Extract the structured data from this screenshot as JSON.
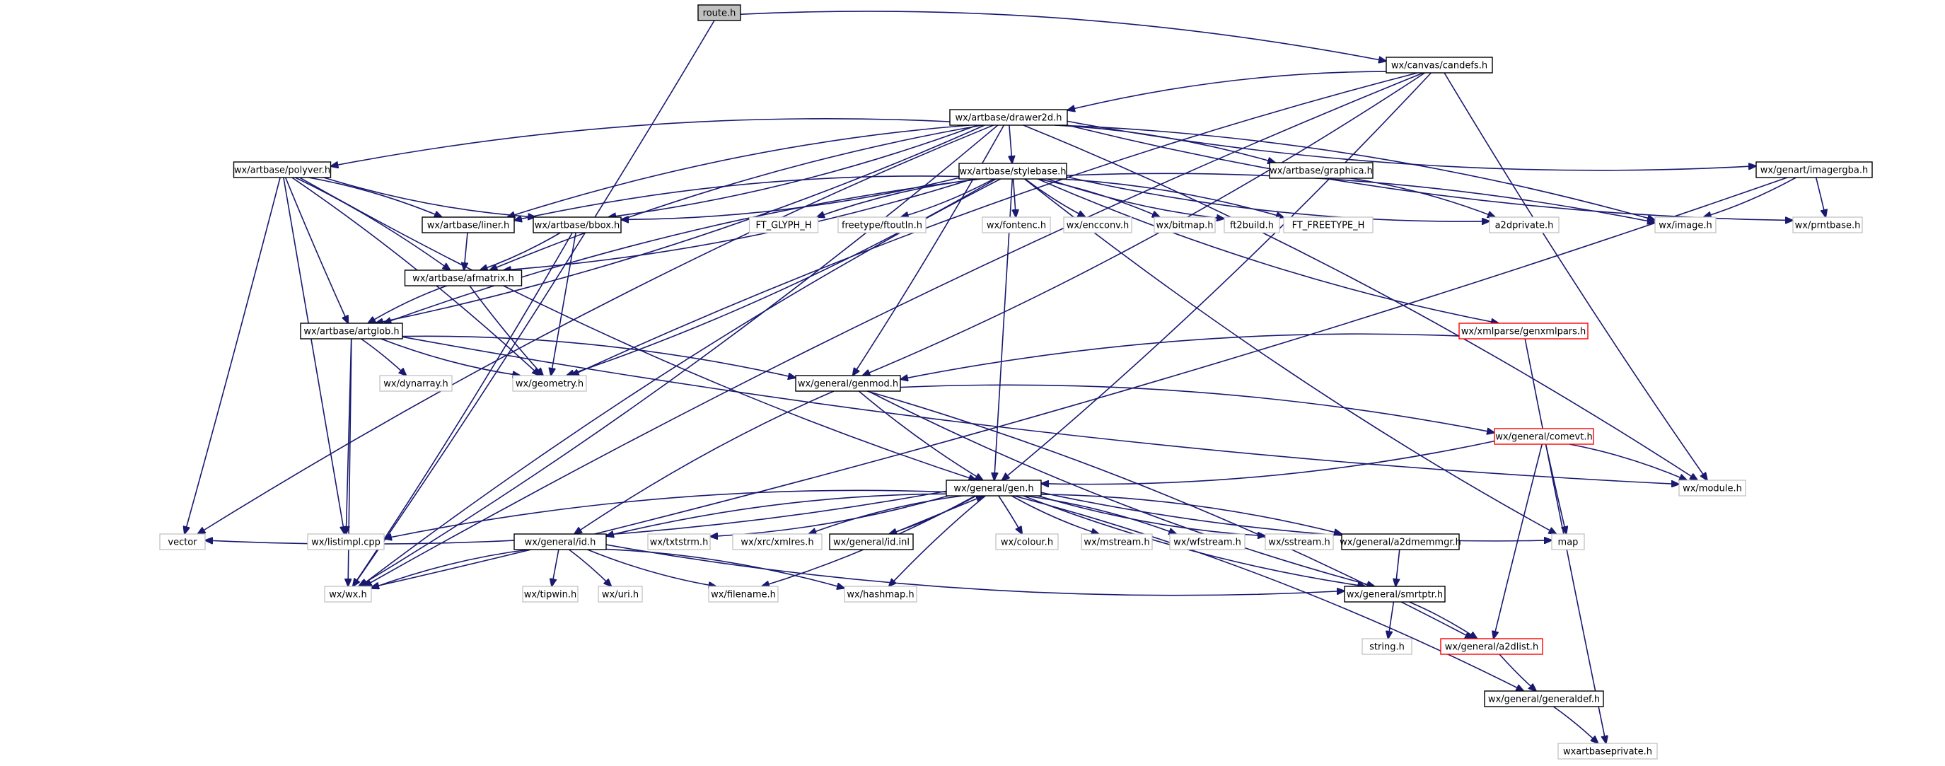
{
  "graph": {
    "colors": {
      "edge": "#191970",
      "box_black": "#000000",
      "box_gray": "#bfbfbf",
      "box_red": "#ff0000",
      "root_fill": "#bfbfbf"
    },
    "nodes": [
      {
        "id": "route_h",
        "label": "route.h",
        "style": "root"
      },
      {
        "id": "candefs",
        "label": "wx/canvas/candefs.h",
        "style": "black"
      },
      {
        "id": "drawer2d",
        "label": "wx/artbase/drawer2d.h",
        "style": "black"
      },
      {
        "id": "polyver",
        "label": "wx/artbase/polyver.h",
        "style": "black"
      },
      {
        "id": "stylebase",
        "label": "wx/artbase/stylebase.h",
        "style": "black"
      },
      {
        "id": "graphica",
        "label": "wx/artbase/graphica.h",
        "style": "black"
      },
      {
        "id": "imagergba",
        "label": "wx/genart/imagergba.h",
        "style": "black"
      },
      {
        "id": "liner",
        "label": "wx/artbase/liner.h",
        "style": "black"
      },
      {
        "id": "bbox",
        "label": "wx/artbase/bbox.h",
        "style": "black"
      },
      {
        "id": "ft_glyph",
        "label": "FT_GLYPH_H",
        "style": "gray"
      },
      {
        "id": "ftoutln",
        "label": "freetype/ftoutln.h",
        "style": "gray"
      },
      {
        "id": "fontenc",
        "label": "wx/fontenc.h",
        "style": "gray"
      },
      {
        "id": "encconv",
        "label": "wx/encconv.h",
        "style": "gray"
      },
      {
        "id": "bitmap",
        "label": "wx/bitmap.h",
        "style": "gray"
      },
      {
        "id": "ft2build",
        "label": "ft2build.h",
        "style": "gray"
      },
      {
        "id": "ft_freetype",
        "label": "FT_FREETYPE_H",
        "style": "gray"
      },
      {
        "id": "a2dprivate",
        "label": "a2dprivate.h",
        "style": "gray"
      },
      {
        "id": "image_h",
        "label": "wx/image.h",
        "style": "gray"
      },
      {
        "id": "prntbase",
        "label": "wx/prntbase.h",
        "style": "gray"
      },
      {
        "id": "afmatrix",
        "label": "wx/artbase/afmatrix.h",
        "style": "black"
      },
      {
        "id": "artglob",
        "label": "wx/artbase/artglob.h",
        "style": "black"
      },
      {
        "id": "genxmlpars",
        "label": "wx/xmlparse/genxmlpars.h",
        "style": "red"
      },
      {
        "id": "dynarray",
        "label": "wx/dynarray.h",
        "style": "gray"
      },
      {
        "id": "geometry",
        "label": "wx/geometry.h",
        "style": "gray"
      },
      {
        "id": "genmod",
        "label": "wx/general/genmod.h",
        "style": "black"
      },
      {
        "id": "comevt",
        "label": "wx/general/comevt.h",
        "style": "red"
      },
      {
        "id": "gen_h",
        "label": "wx/general/gen.h",
        "style": "black"
      },
      {
        "id": "module_h",
        "label": "wx/module.h",
        "style": "gray"
      },
      {
        "id": "vector",
        "label": "vector",
        "style": "gray"
      },
      {
        "id": "listimpl",
        "label": "wx/listimpl.cpp",
        "style": "gray"
      },
      {
        "id": "txtstrm",
        "label": "wx/txtstrm.h",
        "style": "gray"
      },
      {
        "id": "xmlres",
        "label": "wx/xrc/xmlres.h",
        "style": "gray"
      },
      {
        "id": "id_inl",
        "label": "wx/general/id.inl",
        "style": "black"
      },
      {
        "id": "colour",
        "label": "wx/colour.h",
        "style": "gray"
      },
      {
        "id": "mstream",
        "label": "wx/mstream.h",
        "style": "gray"
      },
      {
        "id": "wfstream",
        "label": "wx/wfstream.h",
        "style": "gray"
      },
      {
        "id": "sstream",
        "label": "wx/sstream.h",
        "style": "gray"
      },
      {
        "id": "a2dmemmgr",
        "label": "wx/general/a2dmemmgr.h",
        "style": "black"
      },
      {
        "id": "map",
        "label": "map",
        "style": "gray"
      },
      {
        "id": "id_h",
        "label": "wx/general/id.h",
        "style": "black"
      },
      {
        "id": "wx_h",
        "label": "wx/wx.h",
        "style": "gray"
      },
      {
        "id": "tipwin",
        "label": "wx/tipwin.h",
        "style": "gray"
      },
      {
        "id": "uri",
        "label": "wx/uri.h",
        "style": "gray"
      },
      {
        "id": "filename",
        "label": "wx/filename.h",
        "style": "gray"
      },
      {
        "id": "hashmap",
        "label": "wx/hashmap.h",
        "style": "gray"
      },
      {
        "id": "smrtptr",
        "label": "wx/general/smrtptr.h",
        "style": "black"
      },
      {
        "id": "string_h",
        "label": "string.h",
        "style": "gray"
      },
      {
        "id": "a2dlist",
        "label": "wx/general/a2dlist.h",
        "style": "red"
      },
      {
        "id": "generaldef",
        "label": "wx/general/generaldef.h",
        "style": "black"
      },
      {
        "id": "artbaseprivate",
        "label": "wxartbaseprivate.h",
        "style": "gray"
      }
    ],
    "edges": [
      [
        "route_h",
        "candefs"
      ],
      [
        "route_h",
        "wx_h"
      ],
      [
        "candefs",
        "drawer2d"
      ],
      [
        "candefs",
        "module_h"
      ],
      [
        "candefs",
        "geometry"
      ],
      [
        "candefs",
        "gen_h"
      ],
      [
        "candefs",
        "wx_h"
      ],
      [
        "candefs",
        "genmod"
      ],
      [
        "drawer2d",
        "polyver"
      ],
      [
        "drawer2d",
        "stylebase"
      ],
      [
        "drawer2d",
        "graphica"
      ],
      [
        "drawer2d",
        "imagergba"
      ],
      [
        "drawer2d",
        "image_h"
      ],
      [
        "drawer2d",
        "prntbase"
      ],
      [
        "drawer2d",
        "liner"
      ],
      [
        "drawer2d",
        "bbox"
      ],
      [
        "drawer2d",
        "afmatrix"
      ],
      [
        "drawer2d",
        "artglob"
      ],
      [
        "drawer2d",
        "vector"
      ],
      [
        "drawer2d",
        "wx_h"
      ],
      [
        "drawer2d",
        "module_h"
      ],
      [
        "drawer2d",
        "genmod"
      ],
      [
        "polyver",
        "liner"
      ],
      [
        "polyver",
        "bbox"
      ],
      [
        "polyver",
        "afmatrix"
      ],
      [
        "polyver",
        "artglob"
      ],
      [
        "polyver",
        "geometry"
      ],
      [
        "polyver",
        "vector"
      ],
      [
        "polyver",
        "listimpl"
      ],
      [
        "polyver",
        "gen_h"
      ],
      [
        "stylebase",
        "liner"
      ],
      [
        "stylebase",
        "bbox"
      ],
      [
        "stylebase",
        "ft_glyph"
      ],
      [
        "stylebase",
        "ftoutln"
      ],
      [
        "stylebase",
        "fontenc"
      ],
      [
        "stylebase",
        "encconv"
      ],
      [
        "stylebase",
        "bitmap"
      ],
      [
        "stylebase",
        "ft2build"
      ],
      [
        "stylebase",
        "ft_freetype"
      ],
      [
        "stylebase",
        "a2dprivate"
      ],
      [
        "stylebase",
        "image_h"
      ],
      [
        "stylebase",
        "afmatrix"
      ],
      [
        "stylebase",
        "artglob"
      ],
      [
        "stylebase",
        "geometry"
      ],
      [
        "stylebase",
        "wx_h"
      ],
      [
        "stylebase",
        "genxmlpars"
      ],
      [
        "stylebase",
        "gen_h"
      ],
      [
        "stylebase",
        "map"
      ],
      [
        "graphica",
        "a2dprivate"
      ],
      [
        "imagergba",
        "image_h"
      ],
      [
        "imagergba",
        "prntbase"
      ],
      [
        "imagergba",
        "wx_h"
      ],
      [
        "liner",
        "afmatrix"
      ],
      [
        "bbox",
        "afmatrix"
      ],
      [
        "bbox",
        "geometry"
      ],
      [
        "bbox",
        "wx_h"
      ],
      [
        "afmatrix",
        "artglob"
      ],
      [
        "afmatrix",
        "geometry"
      ],
      [
        "artglob",
        "dynarray"
      ],
      [
        "artglob",
        "geometry"
      ],
      [
        "artglob",
        "genmod"
      ],
      [
        "artglob",
        "listimpl"
      ],
      [
        "artglob",
        "wx_h"
      ],
      [
        "artglob",
        "module_h"
      ],
      [
        "genxmlpars",
        "genmod"
      ],
      [
        "genxmlpars",
        "artbaseprivate"
      ],
      [
        "genmod",
        "comevt"
      ],
      [
        "genmod",
        "gen_h"
      ],
      [
        "genmod",
        "id_h"
      ],
      [
        "genmod",
        "smrtptr"
      ],
      [
        "genmod",
        "a2dlist"
      ],
      [
        "comevt",
        "gen_h"
      ],
      [
        "comevt",
        "module_h"
      ],
      [
        "comevt",
        "map"
      ],
      [
        "comevt",
        "a2dlist"
      ],
      [
        "gen_h",
        "vector"
      ],
      [
        "gen_h",
        "listimpl"
      ],
      [
        "gen_h",
        "txtstrm"
      ],
      [
        "gen_h",
        "xmlres"
      ],
      [
        "gen_h",
        "id_inl"
      ],
      [
        "gen_h",
        "colour"
      ],
      [
        "gen_h",
        "mstream"
      ],
      [
        "gen_h",
        "wfstream"
      ],
      [
        "gen_h",
        "sstream"
      ],
      [
        "gen_h",
        "a2dmemmgr"
      ],
      [
        "gen_h",
        "map"
      ],
      [
        "gen_h",
        "id_h"
      ],
      [
        "gen_h",
        "filename"
      ],
      [
        "gen_h",
        "hashmap"
      ],
      [
        "gen_h",
        "smrtptr"
      ],
      [
        "gen_h",
        "generaldef"
      ],
      [
        "id_inl",
        "gen_h"
      ],
      [
        "id_h",
        "wx_h"
      ],
      [
        "id_h",
        "tipwin"
      ],
      [
        "id_h",
        "uri"
      ],
      [
        "id_h",
        "filename"
      ],
      [
        "id_h",
        "hashmap"
      ],
      [
        "id_h",
        "smrtptr"
      ],
      [
        "a2dmemmgr",
        "smrtptr"
      ],
      [
        "smrtptr",
        "string_h"
      ],
      [
        "smrtptr",
        "a2dlist"
      ],
      [
        "a2dlist",
        "generaldef"
      ],
      [
        "generaldef",
        "artbaseprivate"
      ]
    ]
  }
}
